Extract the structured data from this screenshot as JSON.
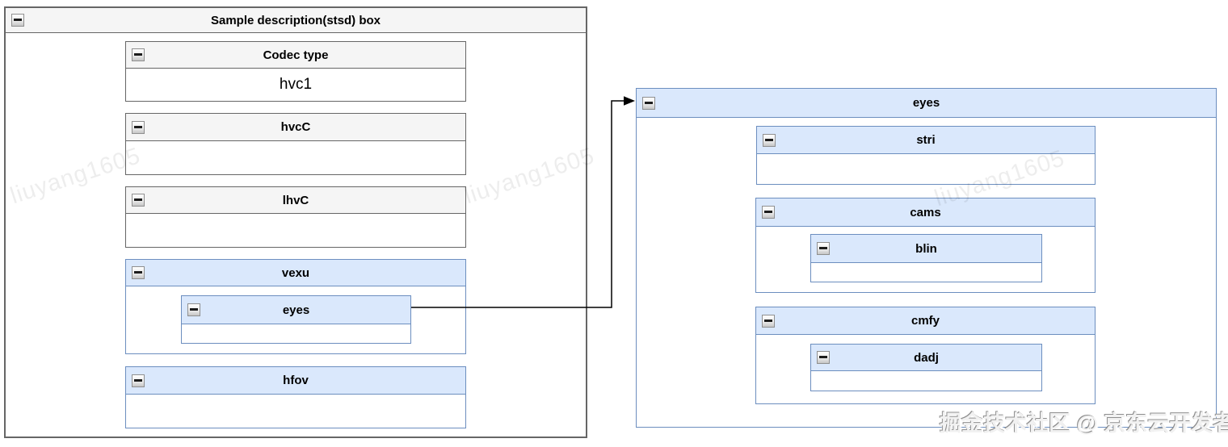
{
  "root": {
    "title": "Sample description(stsd) box"
  },
  "nodes": {
    "codec_type": {
      "label": "Codec type",
      "value": "hvc1"
    },
    "hvcc": {
      "label": "hvcC"
    },
    "lhvc": {
      "label": "lhvC"
    },
    "vexu": {
      "label": "vexu"
    },
    "eyes_inner": {
      "label": "eyes"
    },
    "hfov": {
      "label": "hfov"
    },
    "eyes_detail": {
      "label": "eyes"
    },
    "stri": {
      "label": "stri"
    },
    "cams": {
      "label": "cams"
    },
    "blin": {
      "label": "blin"
    },
    "cmfy": {
      "label": "cmfy"
    },
    "dadj": {
      "label": "dadj"
    }
  },
  "edge": {
    "from": "eyes",
    "to": "eyes"
  },
  "watermarks": {
    "diagonal": "liuyang1605",
    "brand": "掘金技术社区 @ 京东云开发者"
  },
  "colors": {
    "gray_header": "#f5f5f5",
    "gray_border": "#666666",
    "blue_header": "#dae8fc",
    "blue_border": "#6c8ebf",
    "arrow": "#000000"
  }
}
